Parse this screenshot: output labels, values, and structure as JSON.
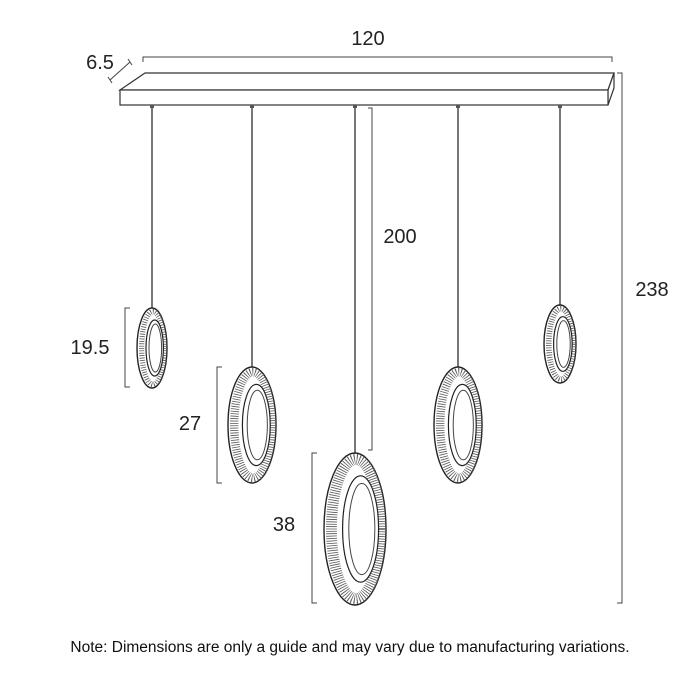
{
  "dimensions": {
    "width": "120",
    "depth": "6.5",
    "cord_drop": "200",
    "overall_height": "238",
    "small_pendant": "19.5",
    "medium_pendant": "27",
    "large_pendant": "38"
  },
  "note": "Note: Dimensions are only a guide and may vary due to manufacturing variations."
}
